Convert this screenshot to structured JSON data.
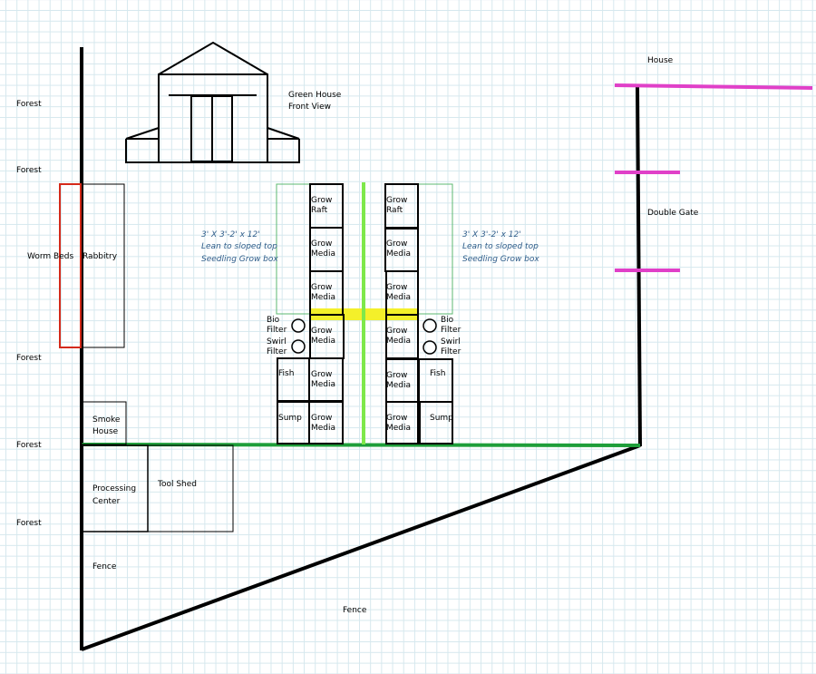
{
  "labels": {
    "forest": "Forest",
    "green_house_1": "Green House",
    "green_house_2": "Front View",
    "house": "House",
    "double_gate": "Double Gate",
    "worm_beds": "Worm Beds",
    "rabbitry": "Rabbitry",
    "smoke_house_1": "Smoke",
    "smoke_house_2": "House",
    "processing_1": "Processing",
    "processing_2": "Center",
    "tool_shed": "Tool Shed",
    "fence": "Fence",
    "seedling_1": "3' X 3'-2' x 12'",
    "seedling_2": "Lean to sloped top",
    "seedling_3": "Seedling Grow box",
    "grow": "Grow",
    "raft": "Raft",
    "media": "Media",
    "bio": "Bio",
    "swirl": "Swirl",
    "filter": "Filter",
    "fish": "Fish",
    "sump": "Sump"
  },
  "colors": {
    "gate_pink": "#e040c8",
    "worm_red": "#d42a1a",
    "border_green": "#1e9e3a",
    "center_green": "#7fe84a",
    "seedling_green": "#5cb870",
    "walkway_yellow": "#f4f02a",
    "note_blue": "#2f5d8a"
  }
}
